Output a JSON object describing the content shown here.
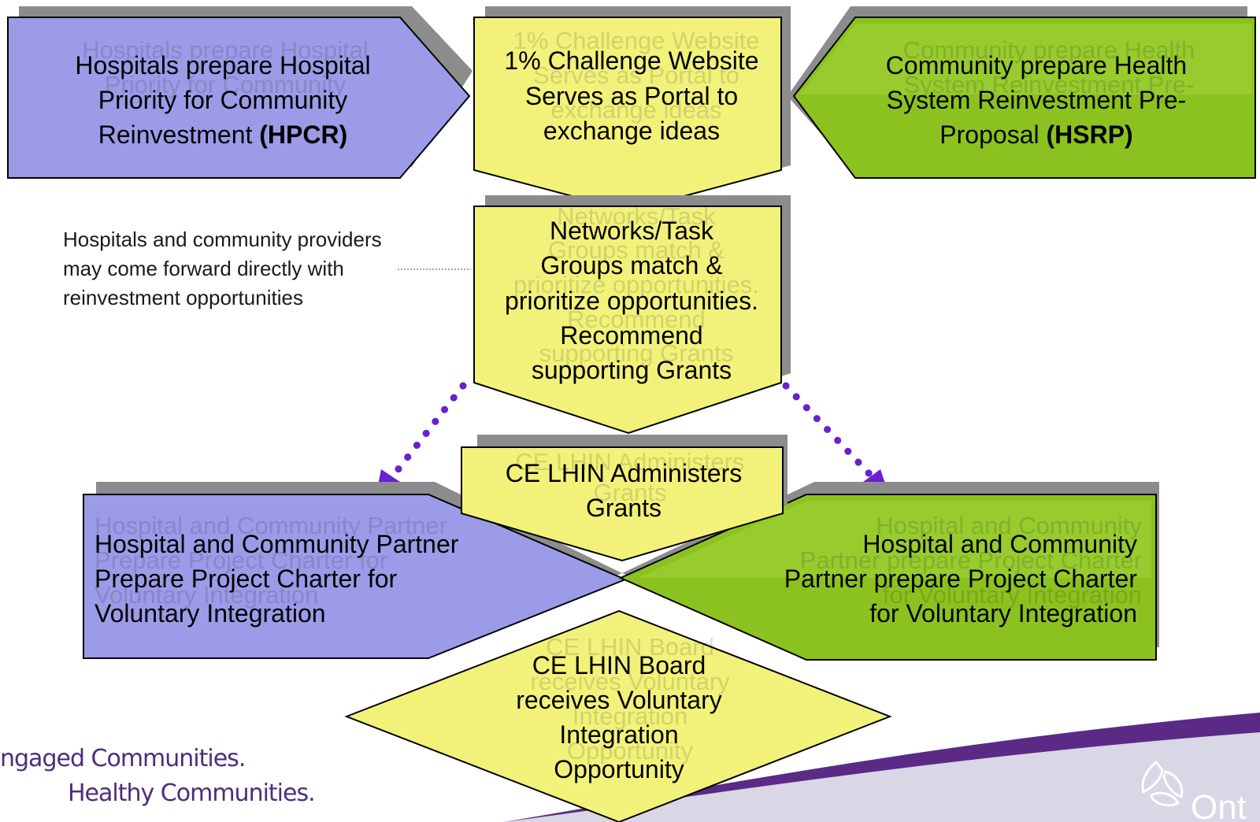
{
  "colors": {
    "purple": "#9b9be8",
    "green": "#8cc21f",
    "yellow": "#f2f27a",
    "shadow": "#8c8c8c",
    "arrow": "#6a1fd0",
    "band": "#5b2a86",
    "tagline": "#4e2d7a"
  },
  "box_hpcr": {
    "line1": "Hospitals prepare Hospital",
    "line2": "Priority for Community",
    "line3_plain": "Reinvestment ",
    "line3_bold": "(HPCR)"
  },
  "box_website": {
    "line1": "1% Challenge Website",
    "line2": "Serves as Portal to",
    "line3": "exchange ideas"
  },
  "box_hsrp": {
    "line1": "Community prepare Health",
    "line2": "System Reinvestment Pre-",
    "line3_plain": "Proposal ",
    "line3_bold": "(HSRP)"
  },
  "box_networks": {
    "line1": "Networks/Task",
    "line2": "Groups match &",
    "line3": "prioritize opportunities.",
    "line4": "Recommend",
    "line5": "supporting Grants"
  },
  "side_note": {
    "text": "Hospitals and community providers may come forward directly with reinvestment opportunities"
  },
  "box_grants": {
    "line1": "CE LHIN Administers",
    "line2": "Grants"
  },
  "box_charter_left": {
    "line1": "Hospital and Community Partner",
    "line2": "Prepare Project Charter for",
    "line3": "Voluntary Integration"
  },
  "box_charter_right": {
    "line1": "Hospital and Community",
    "line2": "Partner prepare Project Charter",
    "line3": "for Voluntary Integration"
  },
  "box_board": {
    "line1": "CE LHIN Board",
    "line2": "receives Voluntary",
    "line3": "Integration",
    "line4": "Opportunity"
  },
  "tagline": {
    "line1": "ngaged Communities.",
    "line2": "Healthy Communities."
  },
  "logo": {
    "text": "Ont"
  }
}
